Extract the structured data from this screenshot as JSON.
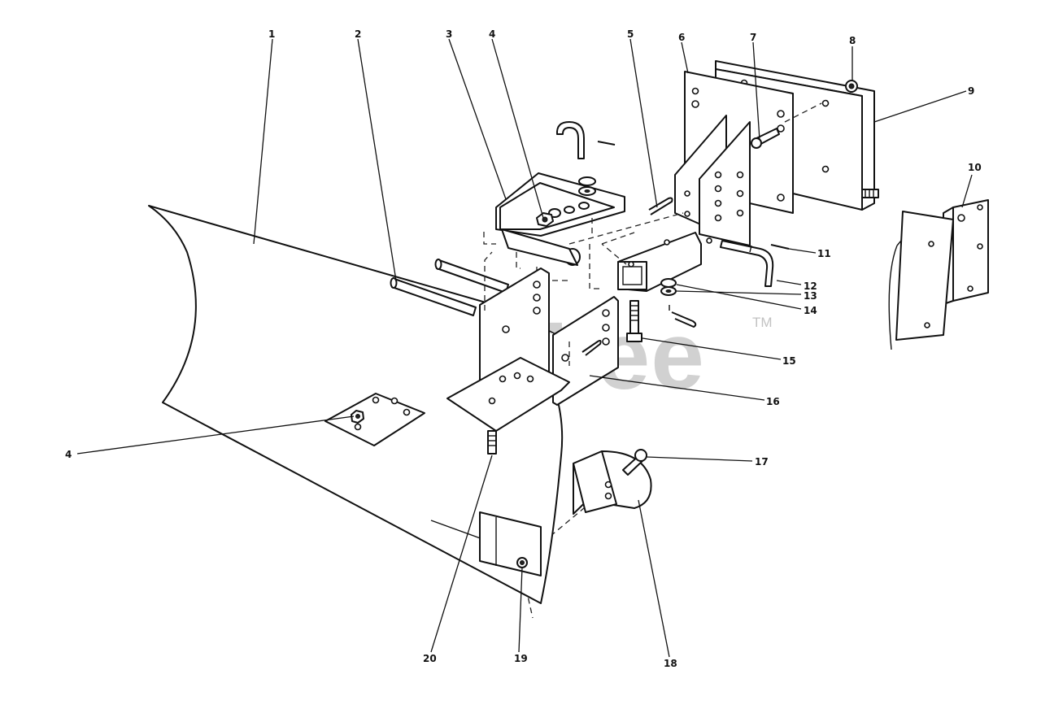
{
  "watermark": {
    "text": "PartsTree",
    "trademark": "TM"
  },
  "callouts": [
    {
      "id": "c1",
      "label": "1"
    },
    {
      "id": "c2",
      "label": "2"
    },
    {
      "id": "c3",
      "label": "3"
    },
    {
      "id": "c4a",
      "label": "4"
    },
    {
      "id": "c5",
      "label": "5"
    },
    {
      "id": "c6",
      "label": "6"
    },
    {
      "id": "c7",
      "label": "7"
    },
    {
      "id": "c8",
      "label": "8"
    },
    {
      "id": "c9",
      "label": "9"
    },
    {
      "id": "c10",
      "label": "10"
    },
    {
      "id": "c11",
      "label": "11"
    },
    {
      "id": "c12",
      "label": "12"
    },
    {
      "id": "c13",
      "label": "13"
    },
    {
      "id": "c14",
      "label": "14"
    },
    {
      "id": "c15",
      "label": "15"
    },
    {
      "id": "c16",
      "label": "16"
    },
    {
      "id": "c4b",
      "label": "4"
    },
    {
      "id": "c17",
      "label": "17"
    },
    {
      "id": "c18",
      "label": "18"
    },
    {
      "id": "c19",
      "label": "19"
    },
    {
      "id": "c20",
      "label": "20"
    }
  ]
}
